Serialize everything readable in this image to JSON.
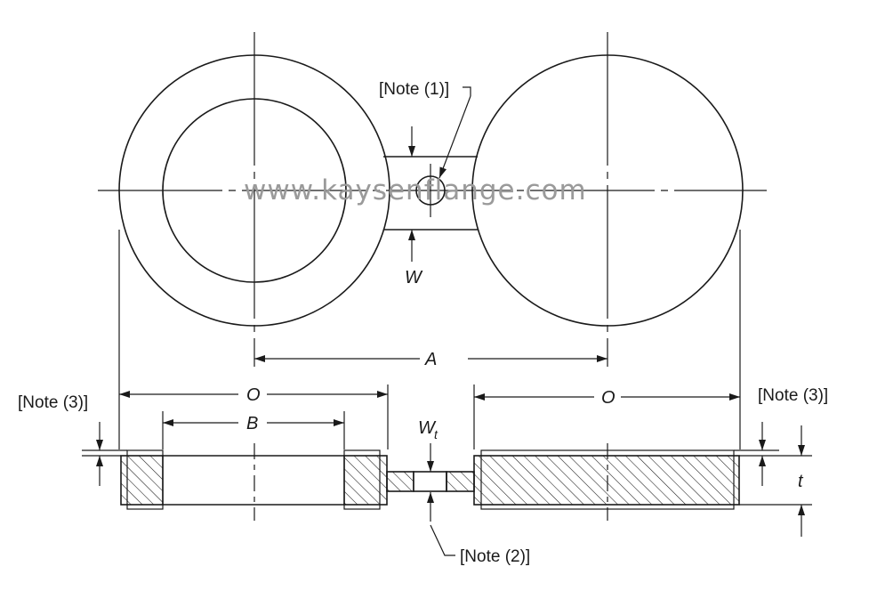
{
  "labels": {
    "note1": "[Note (1)]",
    "note2": "[Note (2)]",
    "note3_left": "[Note (3)]",
    "note3_right": "[Note (3)]",
    "dim_w": "W",
    "dim_a": "A",
    "dim_o_left": "O",
    "dim_o_right": "O",
    "dim_b": "B",
    "dim_wt_main": "W",
    "dim_wt_sub": "t",
    "dim_t": "t"
  },
  "watermark": "www.kaysenflange.com",
  "colors": {
    "line": "#1a1a1a",
    "watermark": "#9a9a9a",
    "background": "#ffffff"
  }
}
